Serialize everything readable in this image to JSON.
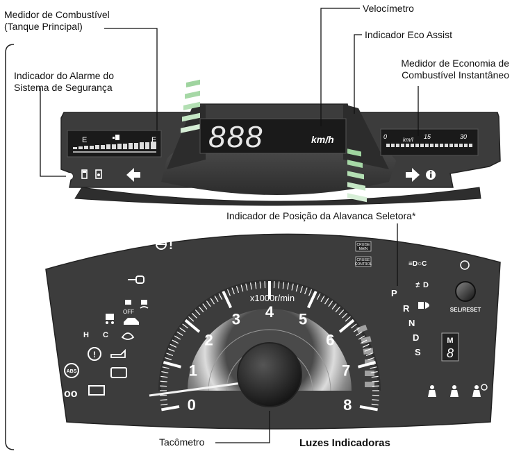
{
  "labels": {
    "fuel_gauge": [
      "Medidor de Combustível",
      "(Tanque Principal)"
    ],
    "speedometer": "Velocímetro",
    "eco_assist": "Indicador Eco Assist",
    "instant_fuel_economy": [
      "Medidor de Economia de",
      "Combustível Instantâneo"
    ],
    "security_alarm": [
      "Indicador do Alarme do",
      "Sistema de Segurança"
    ],
    "shift_position": "Indicador de Posição da Alavanca Seletora*",
    "tachometer": "Tacômetro",
    "indicator_lights": "Luzes Indicadoras"
  },
  "upper_panel": {
    "fuel_empty": "E",
    "fuel_full": "F",
    "speed_digits": "888",
    "speed_unit": "km/h",
    "econ_min": "0",
    "econ_unit": "km/l",
    "econ_mid": "15",
    "econ_max": "30"
  },
  "tachometer": {
    "unit": "x1000r/min",
    "scale": [
      "0",
      "1",
      "2",
      "3",
      "4",
      "5",
      "6",
      "7",
      "8"
    ]
  },
  "lower_panel": {
    "cruise_main": [
      "CRUISE",
      "MAIN"
    ],
    "cruise_control": [
      "CRUISE",
      "CONTROL"
    ],
    "sel_reset": "SEL/RESET",
    "gears": [
      "P",
      "R",
      "N",
      "D",
      "S"
    ],
    "manual_mode": "M",
    "manual_gear": "8",
    "abs": "ABS"
  },
  "colors": {
    "panel": "#3c3c3c",
    "panel_dark": "#262626",
    "lcd": "#1a1a1a",
    "green": "#9fd49f",
    "white": "#ffffff"
  }
}
